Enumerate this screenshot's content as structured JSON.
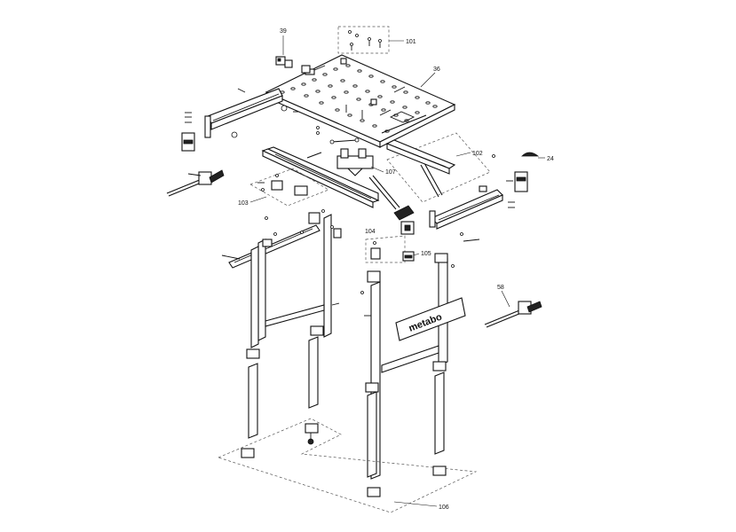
{
  "labels": {
    "p39": "39",
    "p101": "101",
    "p36": "36",
    "p102": "102",
    "p24": "24",
    "p107": "107",
    "p103": "103",
    "p104": "104",
    "p105": "105",
    "p58": "58",
    "p106": "106"
  },
  "brand": {
    "text": "metabo"
  }
}
